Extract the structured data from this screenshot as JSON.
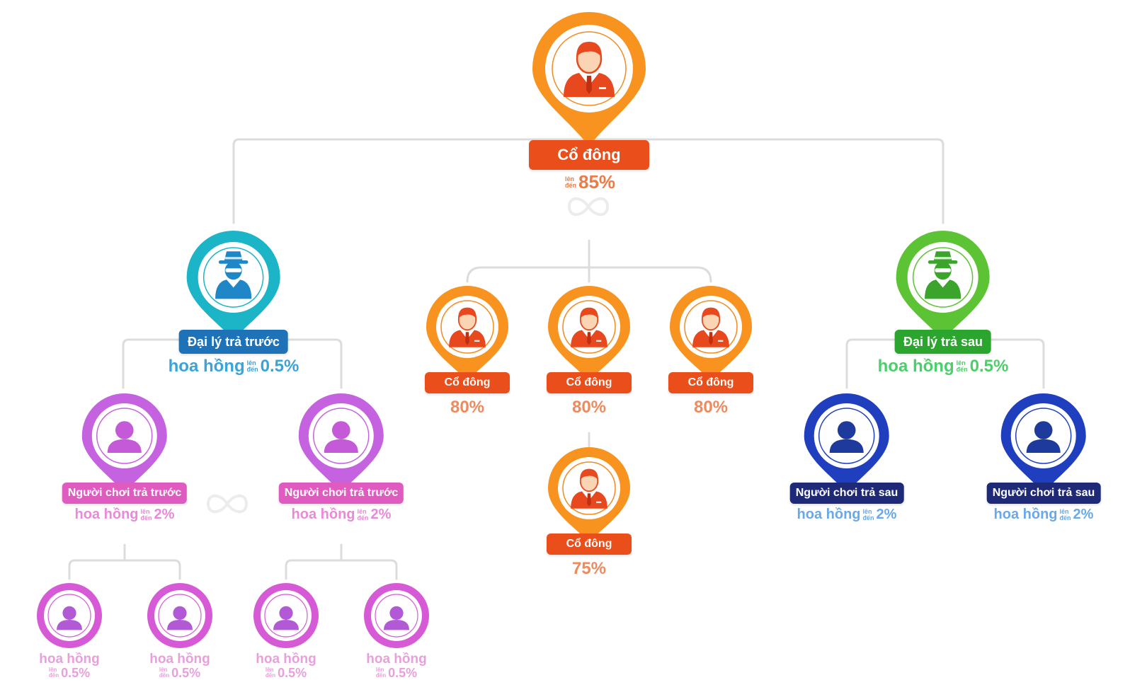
{
  "root": {
    "label": "Cổ đông",
    "prefix_top": "lên",
    "prefix_bottom": "đến",
    "percent": "85%"
  },
  "agent_prepaid": {
    "label": "Đại lý trả trước",
    "commission_label": "hoa hồng",
    "prefix_top": "lên",
    "prefix_bottom": "đến",
    "percent": "0.5%"
  },
  "agent_postpaid": {
    "label": "Đại lý trả sau",
    "commission_label": "hoa hồng",
    "prefix_top": "lên",
    "prefix_bottom": "đến",
    "percent": "0.5%"
  },
  "shareholders": [
    {
      "label": "Cổ đông",
      "percent": "80%"
    },
    {
      "label": "Cổ đông",
      "percent": "80%"
    },
    {
      "label": "Cổ đông",
      "percent": "80%"
    }
  ],
  "shareholder_sub": {
    "label": "Cổ đông",
    "percent": "75%"
  },
  "players_prepaid": [
    {
      "label": "Người chơi trả trước",
      "commission_label": "hoa hồng",
      "prefix_top": "lên",
      "prefix_bottom": "đến",
      "percent": "2%"
    },
    {
      "label": "Người chơi trả trước",
      "commission_label": "hoa hồng",
      "prefix_top": "lên",
      "prefix_bottom": "đến",
      "percent": "2%"
    }
  ],
  "players_postpaid": [
    {
      "label": "Người chơi trả sau",
      "commission_label": "hoa hồng",
      "prefix_top": "lên",
      "prefix_bottom": "đến",
      "percent": "2%"
    },
    {
      "label": "Người chơi trả sau",
      "commission_label": "hoa hồng",
      "prefix_top": "lên",
      "prefix_bottom": "đến",
      "percent": "2%"
    }
  ],
  "leaves": [
    {
      "commission_label": "hoa hồng",
      "prefix_top": "lên",
      "prefix_bottom": "đến",
      "percent": "0.5%"
    },
    {
      "commission_label": "hoa hồng",
      "prefix_top": "lên",
      "prefix_bottom": "đến",
      "percent": "0.5%"
    },
    {
      "commission_label": "hoa hồng",
      "prefix_top": "lên",
      "prefix_bottom": "đến",
      "percent": "0.5%"
    },
    {
      "commission_label": "hoa hồng",
      "prefix_top": "lên",
      "prefix_bottom": "đến",
      "percent": "0.5%"
    }
  ],
  "colors": {
    "shareholder_pin": "#f58a1f",
    "shareholder_tag": "#ea4e1a",
    "agent_prepaid_pin": "#1bb5c7",
    "agent_prepaid_tag": "#1e73b8",
    "agent_prepaid_text": "#3ba3d9",
    "agent_postpaid_pin": "#52c234",
    "agent_postpaid_tag": "#2ba52e",
    "agent_postpaid_text": "#4ccf6a",
    "player_prepaid_pin": "#c462e0",
    "player_prepaid_tag": "#e05bc0",
    "player_prepaid_text": "#e98ad8",
    "player_postpaid_pin": "#1f3fbf",
    "player_postpaid_tag": "#1e2a78",
    "player_postpaid_text": "#6aa8e8",
    "leaf_pin": "#d65ad6",
    "leaf_text": "#e8a0dc",
    "connector": "#d9d9d9"
  },
  "icons": {
    "shareholder": "businessman-icon",
    "agent": "detective-icon",
    "player": "user-icon",
    "watermark": "infinity-logo-icon"
  }
}
